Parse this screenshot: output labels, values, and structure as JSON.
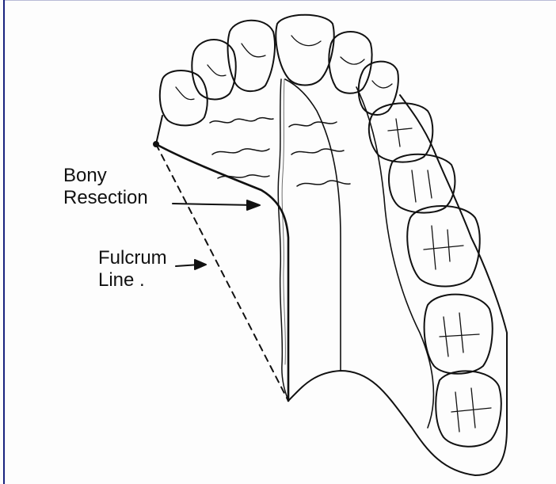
{
  "labels": {
    "bony_line1": "Bony",
    "bony_line2": "Resection",
    "fulcrum_line1": "Fulcrum",
    "fulcrum_line2": "Line ."
  },
  "colors": {
    "ink": "#111111",
    "paper": "#fdfdfd",
    "frame": "#1a237e"
  }
}
